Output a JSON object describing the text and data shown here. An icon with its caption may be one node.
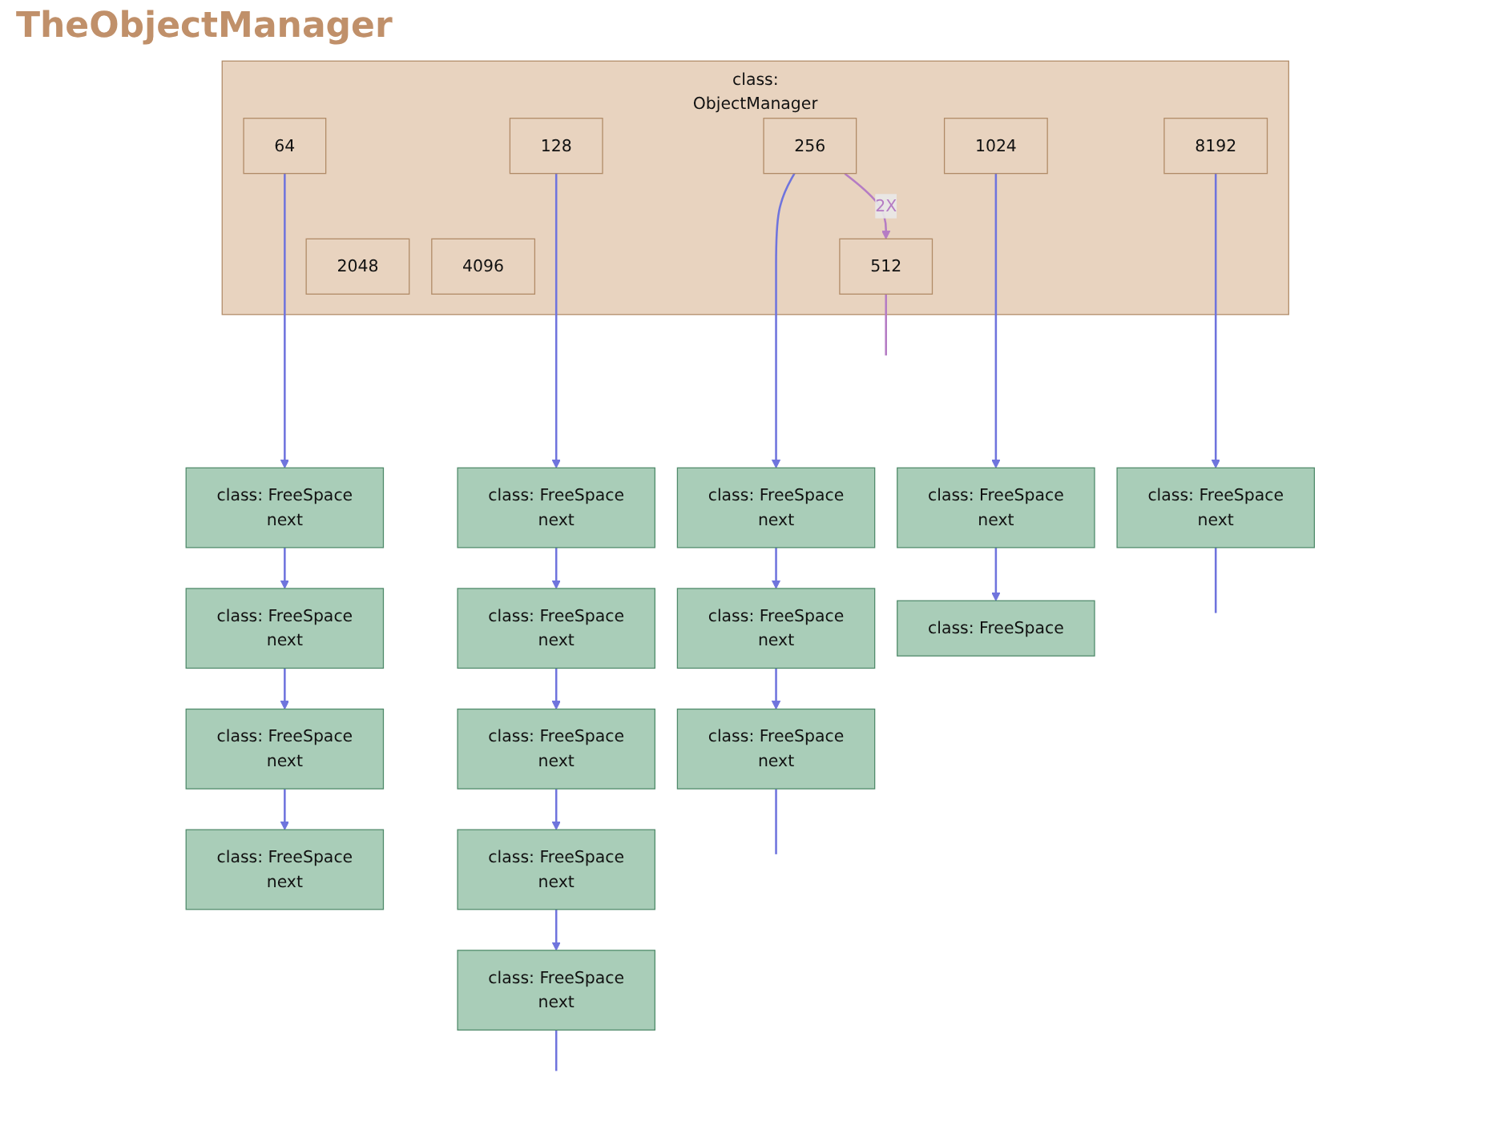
{
  "diagram": {
    "title": "TheObjectManager",
    "nodes": [
      {
        "text": [
          "class:",
          "ObjectManager"
        ]
      },
      {
        "text": [
          "64"
        ],
        "in": 0
      },
      {
        "text": [
          "128"
        ],
        "in": 0
      },
      {
        "text": [
          "256"
        ],
        "in": 0
      },
      {
        "text": [
          "512"
        ],
        "in": 0
      },
      {
        "text": [
          "1024"
        ],
        "in": 0
      },
      {
        "text": [
          "2048"
        ],
        "in": 0
      },
      {
        "text": [
          "4096"
        ],
        "in": 0
      },
      {
        "text": [
          "8192"
        ],
        "in": 0
      },
      {
        "text": [
          "class: FreeSpace",
          "next"
        ]
      },
      {
        "text": [
          "class: FreeSpace",
          "next"
        ]
      },
      {
        "text": [
          "class: FreeSpace",
          "next"
        ]
      },
      {
        "text": [
          "class: FreeSpace",
          "next"
        ]
      },
      {
        "text": [
          "class: FreeSpace",
          "next"
        ]
      },
      {
        "text": [
          "class: FreeSpace",
          "next"
        ]
      },
      {
        "text": [
          "class: FreeSpace",
          "next"
        ]
      },
      {
        "text": [
          "class: FreeSpace",
          "next"
        ]
      },
      {
        "text": [
          "class: FreeSpace",
          "next"
        ]
      },
      {
        "text": [
          "class: FreeSpace",
          "next"
        ]
      },
      {
        "text": [
          "class: FreeSpace",
          "next"
        ]
      },
      {
        "text": [
          "class: FreeSpace",
          "next"
        ]
      },
      {
        "text": [
          "class: FreeSpace",
          "next"
        ]
      },
      {
        "text": [
          "class: FreeSpace"
        ]
      },
      {
        "text": [
          "class: FreeSpace",
          "next"
        ]
      }
    ],
    "edges": [
      {
        "from": 1,
        "to": 9,
        "arrow": "to"
      },
      {
        "from": 9,
        "to": 10,
        "arrow": "to"
      },
      {
        "from": 10,
        "to": 11,
        "arrow": "to"
      },
      {
        "from": 11,
        "to": 12,
        "arrow": "to"
      },
      {
        "from": 2,
        "to": 13,
        "arrow": "to"
      },
      {
        "from": 13,
        "to": 14,
        "arrow": "to"
      },
      {
        "from": 14,
        "to": 15,
        "arrow": "to"
      },
      {
        "from": 15,
        "to": 16,
        "arrow": "to"
      },
      {
        "from": 16,
        "to": 17,
        "arrow": "to"
      },
      {
        "from": 17,
        "to": null,
        "arrow": "none"
      },
      {
        "from": 3,
        "to": 18,
        "arrow": "to"
      },
      {
        "from": 18,
        "to": 19,
        "arrow": "to"
      },
      {
        "from": 19,
        "to": 20,
        "arrow": "to"
      },
      {
        "from": 20,
        "to": null,
        "arrow": "none"
      },
      {
        "from": 5,
        "to": 21,
        "arrow": "to"
      },
      {
        "from": 21,
        "to": 22,
        "arrow": "to"
      },
      {
        "from": 8,
        "to": 23,
        "arrow": "to"
      },
      {
        "from": 23,
        "to": null,
        "arrow": "none"
      },
      {
        "from": 3,
        "to": 4,
        "arrow": "to",
        "label": "2X",
        "color": "#b57cc4"
      },
      {
        "from": 4,
        "to": null,
        "arrow": "none",
        "color": "#b57cc4"
      }
    ]
  }
}
